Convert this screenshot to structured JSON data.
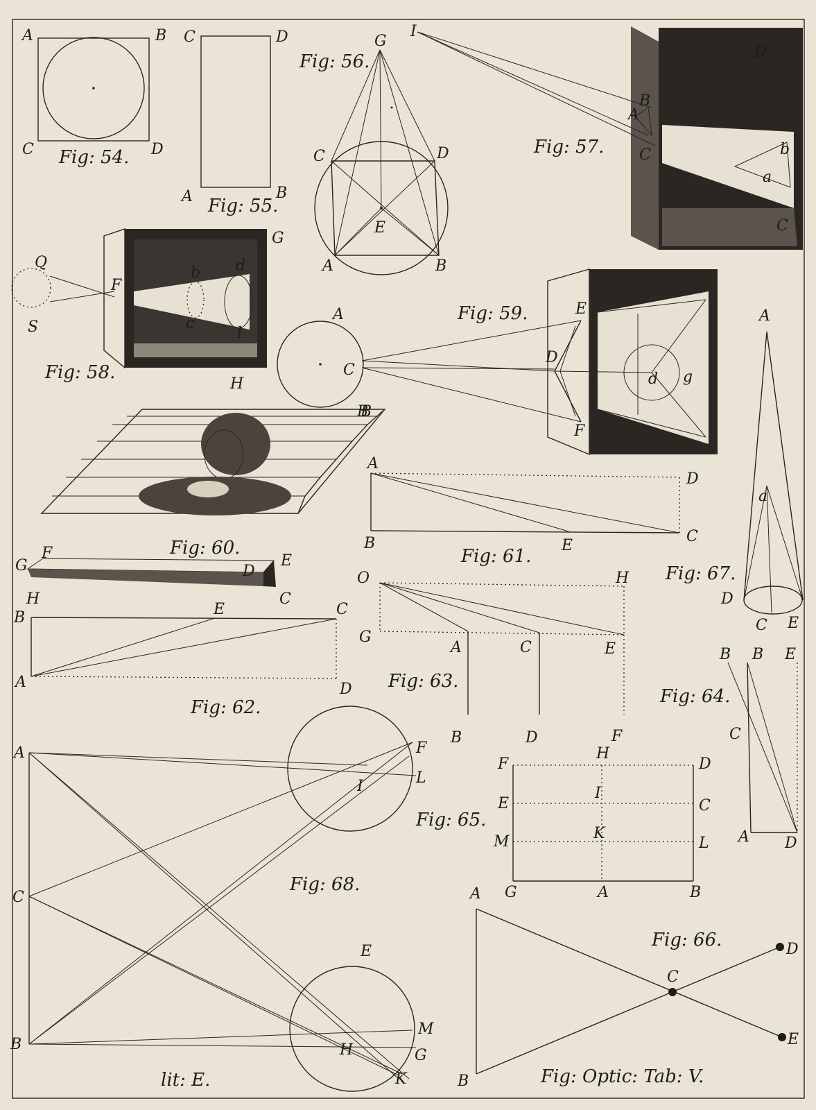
{
  "plate": {
    "title": "Fig: Optic: Tab: V.",
    "lit": "lit: E."
  },
  "figures": {
    "fig54": {
      "caption": "Fig: 54.",
      "labels": [
        "A",
        "B",
        "C",
        "D"
      ]
    },
    "fig55": {
      "caption": "Fig: 55.",
      "labels": [
        "C",
        "D",
        "A",
        "B"
      ]
    },
    "fig56": {
      "caption": "Fig: 56.",
      "labels": [
        "G",
        "C",
        "D",
        "E",
        "A",
        "B"
      ]
    },
    "fig57": {
      "caption": "Fig: 57.",
      "labels": [
        "I",
        "B",
        "A",
        "C",
        "D",
        "a",
        "b",
        "C"
      ]
    },
    "fig58": {
      "caption": "Fig: 58.",
      "labels": [
        "Q",
        "S",
        "F",
        "G",
        "H",
        "d",
        "b",
        "c",
        "l"
      ]
    },
    "fig59": {
      "caption": "Fig: 59.",
      "labels": [
        "A",
        "C",
        "B",
        "E",
        "D",
        "F",
        "d",
        "g"
      ]
    },
    "fig60": {
      "caption": "Fig: 60.",
      "labels": [
        "B"
      ]
    },
    "fig60bar": {
      "labels": [
        "F",
        "G",
        "H",
        "E",
        "D",
        "C"
      ]
    },
    "fig61": {
      "caption": "Fig: 61.",
      "labels": [
        "A",
        "D",
        "B",
        "E",
        "C"
      ]
    },
    "fig62": {
      "caption": "Fig: 62.",
      "labels": [
        "B",
        "E",
        "C",
        "A",
        "D"
      ]
    },
    "fig63": {
      "caption": "Fig: 63.",
      "labels": [
        "O",
        "H",
        "G",
        "A",
        "C",
        "E",
        "B",
        "D",
        "F"
      ]
    },
    "fig64": {
      "caption": "Fig: 64.",
      "labels": [
        "B",
        "B",
        "E",
        "C",
        "A",
        "D"
      ]
    },
    "fig65": {
      "caption": "Fig: 65.",
      "labels": [
        "F",
        "H",
        "D",
        "E",
        "I",
        "C",
        "M",
        "K",
        "L",
        "G",
        "A",
        "B"
      ]
    },
    "fig66": {
      "caption": "Fig: 66.",
      "labels": [
        "A",
        "B",
        "C",
        "D",
        "E"
      ]
    },
    "fig67": {
      "caption": "Fig: 67.",
      "labels": [
        "A",
        "a",
        "D",
        "C",
        "E"
      ]
    },
    "fig68": {
      "caption": "Fig: 68.",
      "labels": [
        "A",
        "F",
        "L",
        "I",
        "C",
        "B",
        "E",
        "M",
        "H",
        "G",
        "K"
      ]
    }
  }
}
